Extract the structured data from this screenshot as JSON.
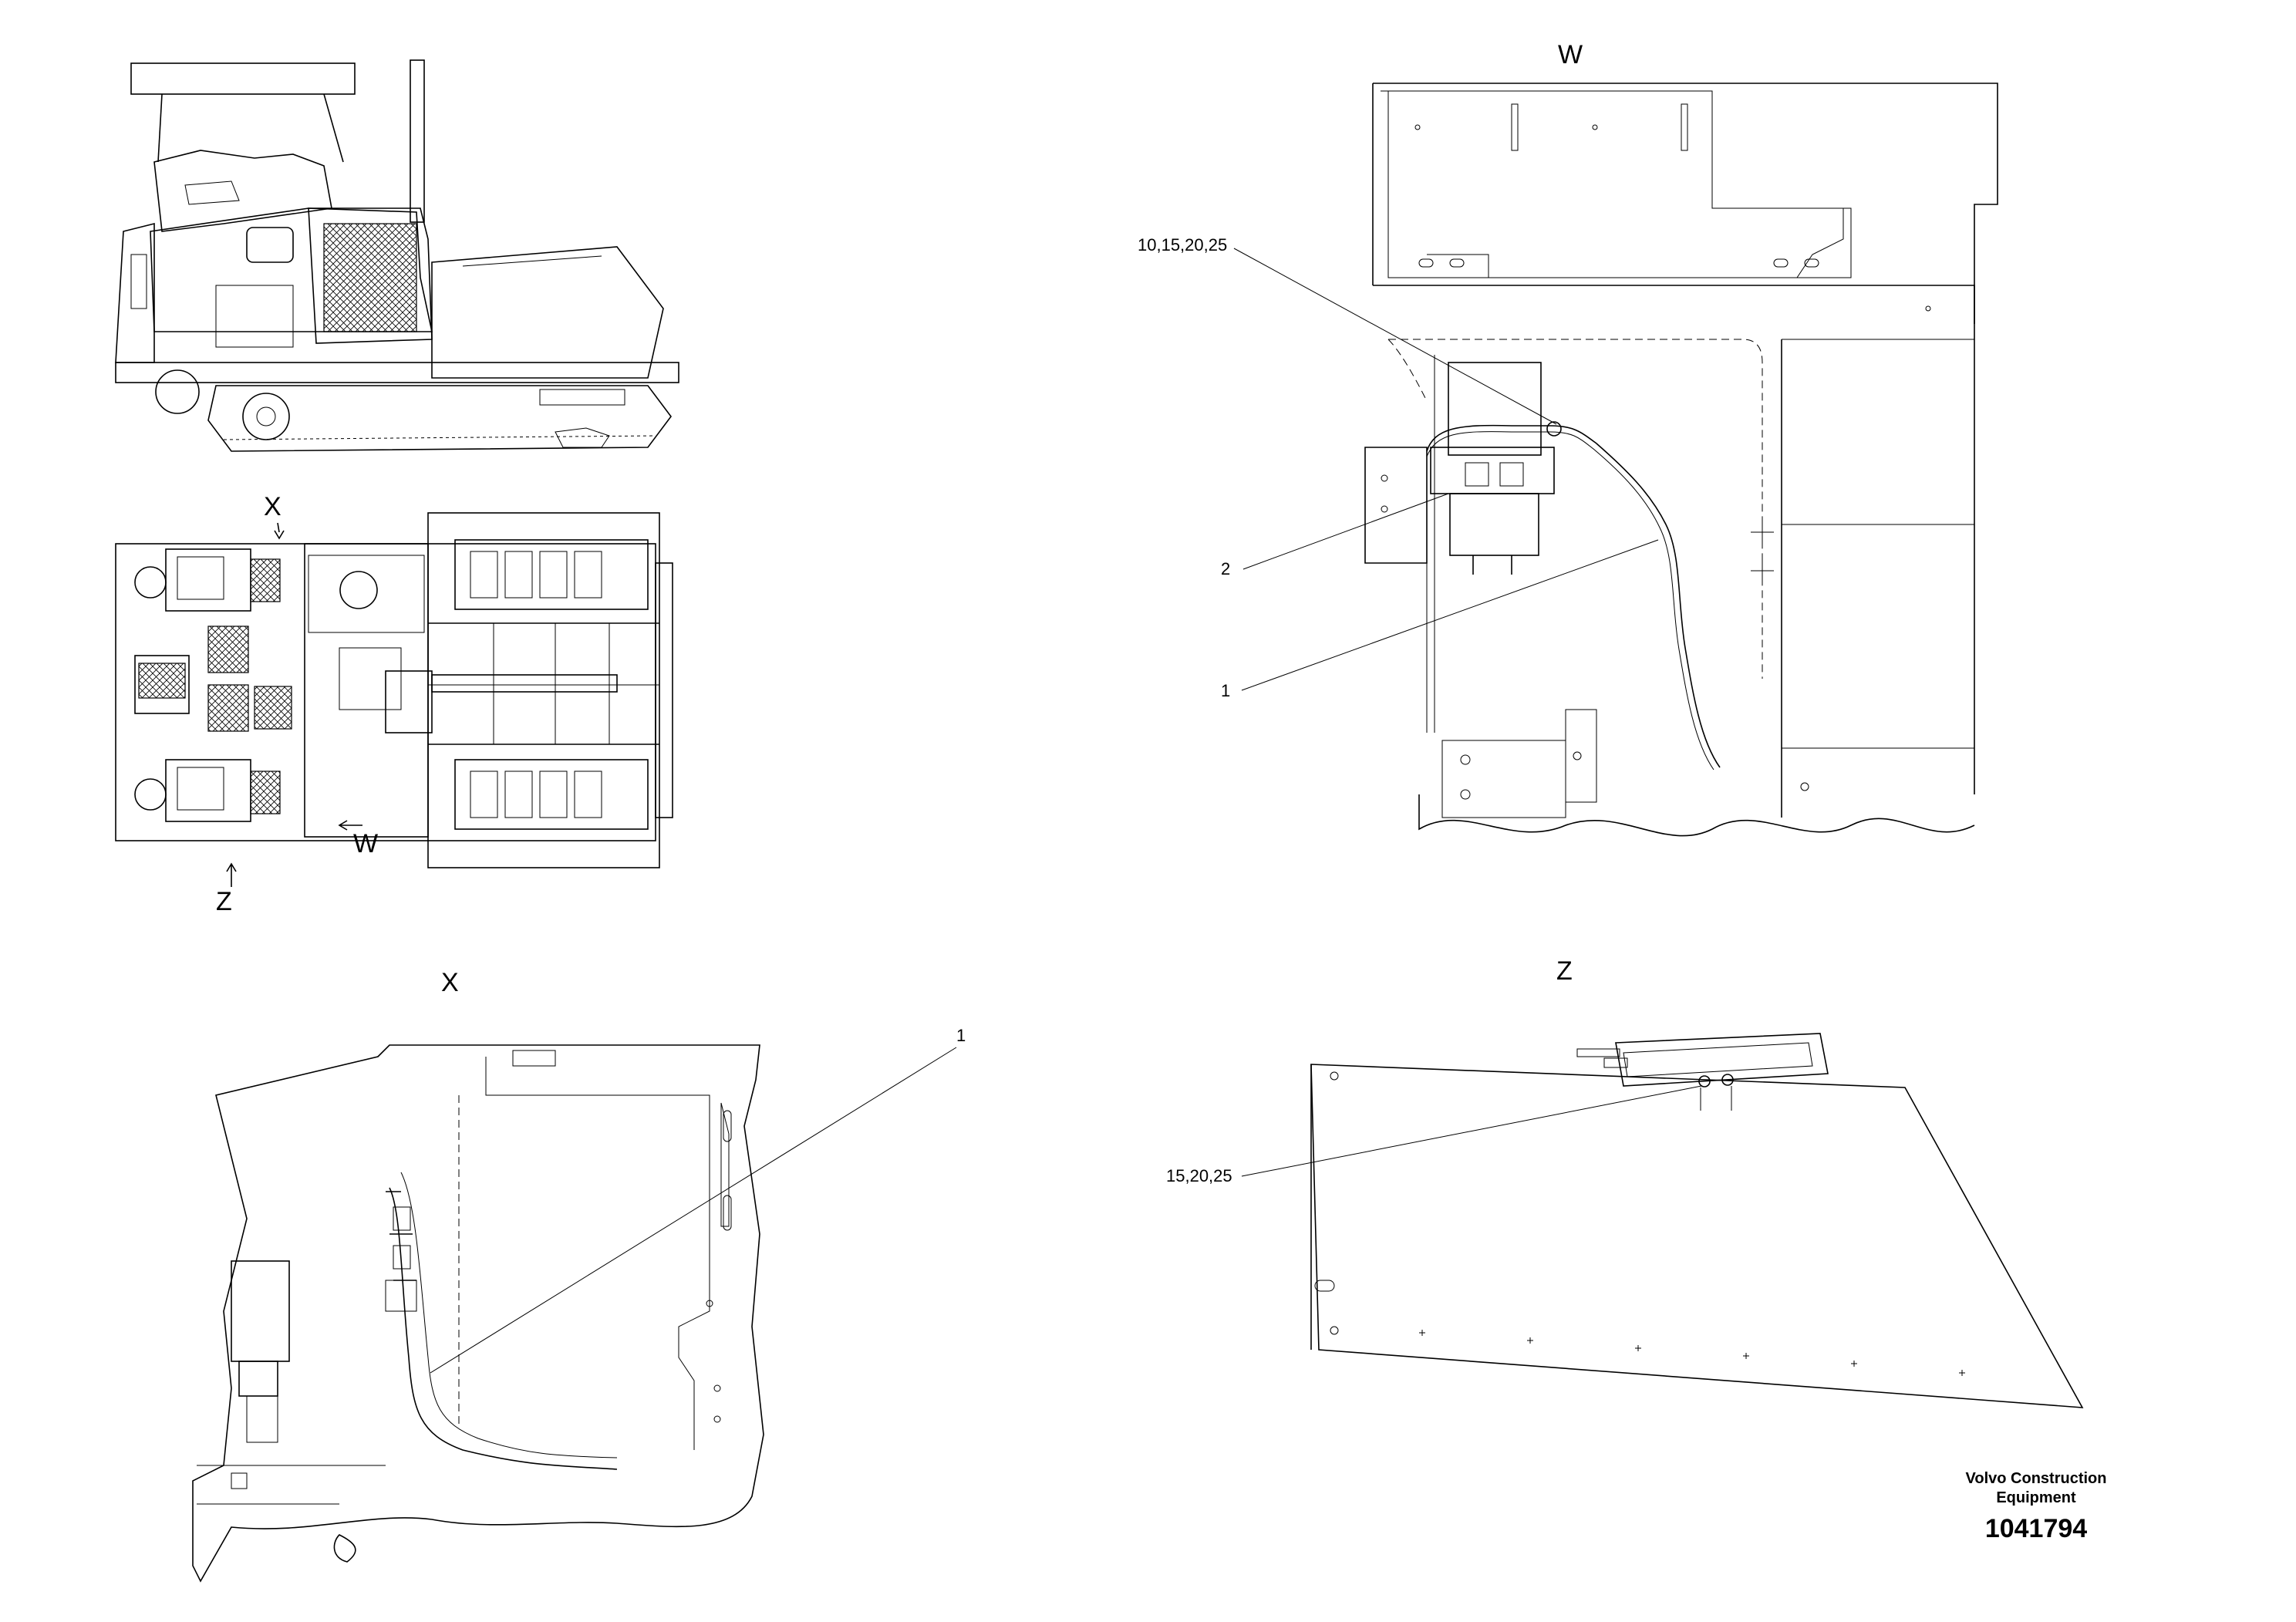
{
  "views": {
    "w": "W",
    "x": "X",
    "z": "Z"
  },
  "section_arrows": {
    "x": "X",
    "w": "W",
    "z": "Z"
  },
  "callouts": {
    "w_view": [
      "10,15,20,25",
      "2",
      "1"
    ],
    "x_view": [
      "1"
    ],
    "z_view": [
      "15,20,25"
    ]
  },
  "title_block": {
    "company_line1": "Volvo Construction",
    "company_line2": "Equipment",
    "drawing_number": "1041794"
  }
}
